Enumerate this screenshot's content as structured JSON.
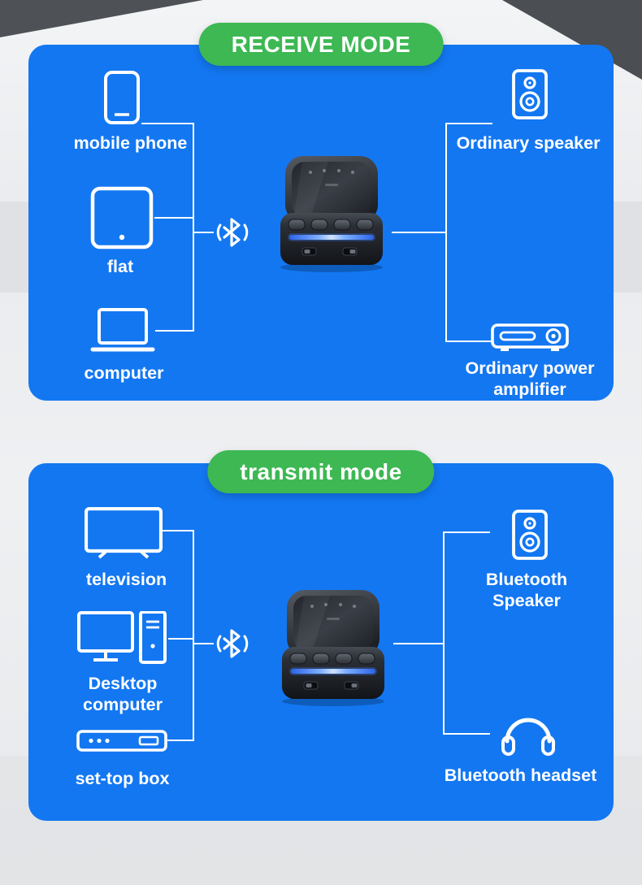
{
  "colors": {
    "panel_blue": "#1377f1",
    "badge_green": "#3db853",
    "connector_white": "#ffffff",
    "device_led_blue": "#3f7dff"
  },
  "receive_mode": {
    "badge_label": "RECEIVE MODE",
    "connection": "bluetooth",
    "sources": [
      {
        "label": "mobile phone",
        "icon": "mobile-phone-icon"
      },
      {
        "label": "flat",
        "icon": "tablet-icon"
      },
      {
        "label": "computer",
        "icon": "laptop-icon"
      }
    ],
    "outputs": [
      {
        "label": "Ordinary speaker",
        "icon": "speaker-icon"
      },
      {
        "label": "Ordinary power amplifier",
        "icon": "power-amplifier-icon"
      }
    ]
  },
  "transmit_mode": {
    "badge_label": "transmit mode",
    "connection": "bluetooth",
    "sources": [
      {
        "label": "television",
        "icon": "television-icon"
      },
      {
        "label": "Desktop computer",
        "icon": "desktop-computer-icon"
      },
      {
        "label": "set-top box",
        "icon": "set-top-box-icon"
      }
    ],
    "outputs": [
      {
        "label": "Bluetooth Speaker",
        "icon": "speaker-icon"
      },
      {
        "label": "Bluetooth headset",
        "icon": "headset-icon"
      }
    ]
  }
}
